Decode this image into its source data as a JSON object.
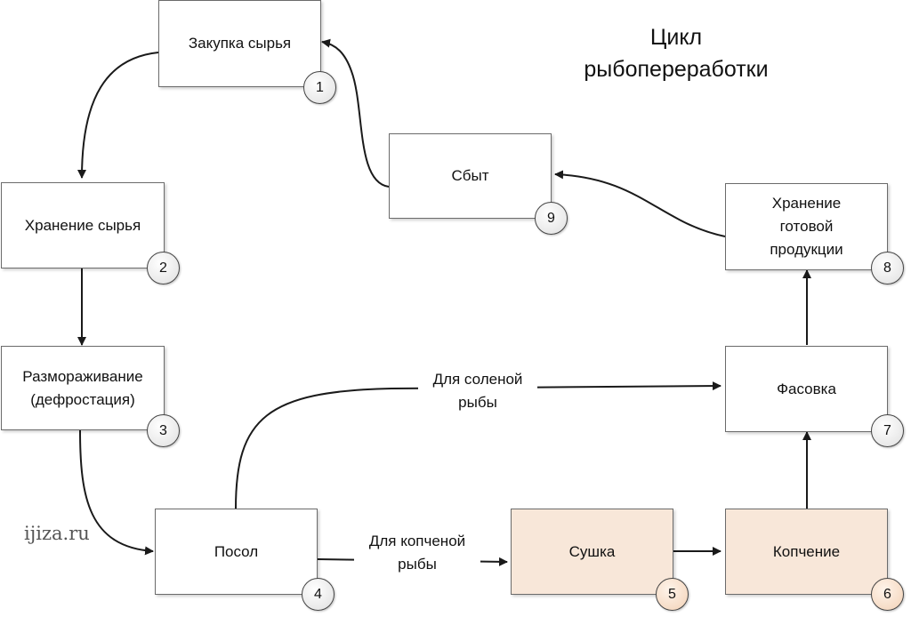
{
  "title": "Цикл\nрыбопереработки",
  "watermark": "ijiza.ru",
  "nodes": [
    {
      "id": 1,
      "label": "Закупка сырья",
      "number": "1"
    },
    {
      "id": 2,
      "label": "Хранение сырья",
      "number": "2"
    },
    {
      "id": 3,
      "label": "Размораживание\n(дефростация)",
      "number": "3"
    },
    {
      "id": 4,
      "label": "Посол",
      "number": "4"
    },
    {
      "id": 5,
      "label": "Сушка",
      "number": "5",
      "fill": "#f8e7d9"
    },
    {
      "id": 6,
      "label": "Копчение",
      "number": "6",
      "fill": "#f8e7d9"
    },
    {
      "id": 7,
      "label": "Фасовка",
      "number": "7"
    },
    {
      "id": 8,
      "label": "Хранение\nготовой\nпродукции",
      "number": "8"
    },
    {
      "id": 9,
      "label": "Сбыт",
      "number": "9"
    }
  ],
  "edges": [
    {
      "from": 1,
      "to": 2
    },
    {
      "from": 2,
      "to": 3
    },
    {
      "from": 3,
      "to": 4
    },
    {
      "from": 4,
      "to": 7,
      "label": "Для соленой\nрыбы"
    },
    {
      "from": 4,
      "to": 5,
      "label": "Для копченой\nрыбы"
    },
    {
      "from": 5,
      "to": 6
    },
    {
      "from": 6,
      "to": 7
    },
    {
      "from": 7,
      "to": 8
    },
    {
      "from": 8,
      "to": 9
    },
    {
      "from": 9,
      "to": 1
    }
  ]
}
